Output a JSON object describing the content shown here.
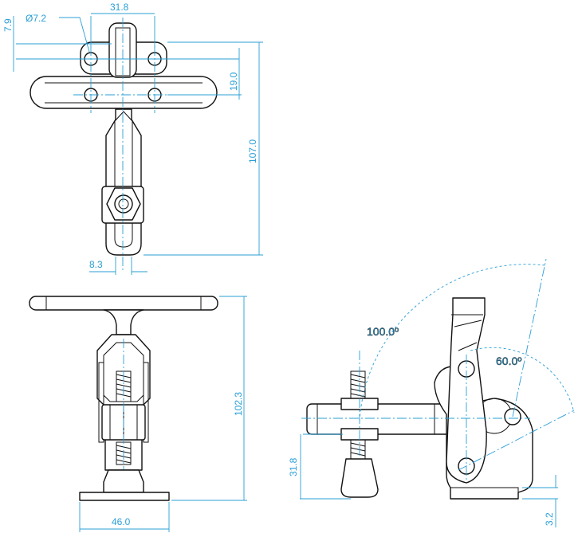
{
  "dimensions": {
    "hole_diameter": "Ø7.2",
    "hole_spacing": "31.8",
    "top_offset": "7.9",
    "bar_offset": "19.0",
    "overall_length": "107.0",
    "handle_width": "8.3",
    "front_height": "102.3",
    "base_width": "46.0",
    "side_height": "31.8",
    "base_thickness": "3.2"
  },
  "angles": {
    "open_angle": "100.0º",
    "release_angle": "60.0º"
  }
}
